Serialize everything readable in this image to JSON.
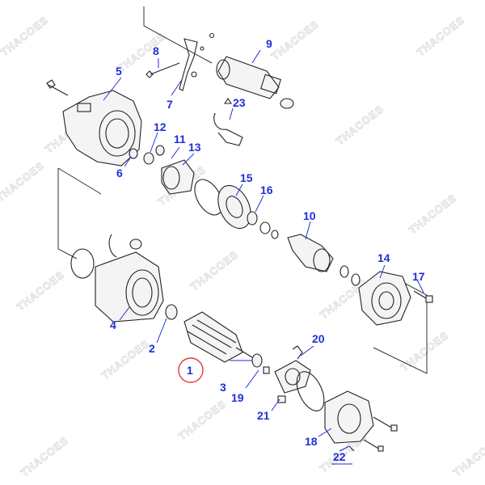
{
  "watermark": "THACOES",
  "callout_color": "#1f2fd6",
  "highlight_color": "#e03a3a",
  "highlighted_callout": "1",
  "callouts": {
    "c1": "1",
    "c2": "2",
    "c3": "3",
    "c4": "4",
    "c5": "5",
    "c6": "6",
    "c7": "7",
    "c8": "8",
    "c9": "9",
    "c10": "10",
    "c11": "11",
    "c12": "12",
    "c13": "13",
    "c14": "14",
    "c15": "15",
    "c16": "16",
    "c17": "17",
    "c18": "18",
    "c19": "19",
    "c20": "20",
    "c21": "21",
    "c22": "22",
    "c23": "23"
  }
}
